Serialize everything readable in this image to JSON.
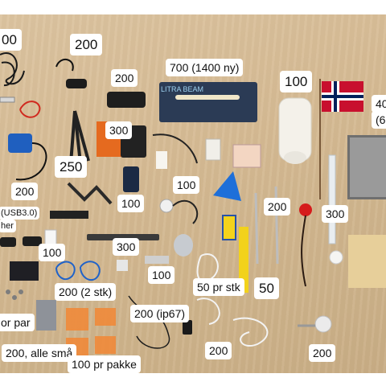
{
  "price_labels": {
    "l_top_left": "00",
    "l_200_a": "200",
    "l_200_b": "200",
    "l_700": "700 (1400 ny)",
    "l_100_a": "100",
    "l_40": "40",
    "l_6": "(6",
    "l_300_a": "300",
    "l_250": "250",
    "l_200_c": "200",
    "l_usb": "(USB3.0)",
    "l_her": "her",
    "l_100_b": "100",
    "l_100_c": "100",
    "l_200_d": "200",
    "l_300_b": "300",
    "l_100_d": "100",
    "l_300_c": "300",
    "l_100_e": "100",
    "l_200_2stk": "200 (2 stk)",
    "l_50prstk": "50 pr stk",
    "l_50": "50",
    "l_or_par": "or par",
    "l_200_ip67": "200 (ip67)",
    "l_200_alle": "200, alle små",
    "l_200_e": "200",
    "l_200_f": "200",
    "l_100_pakke": "100 pr pakke"
  },
  "box_text": "LITRA BEAM",
  "colors": {
    "table": "#d6bb94",
    "flag_red": "#c8102e",
    "flag_blue": "#00205b",
    "funnel_blue": "#1e6fd9",
    "yellow_rod": "#f2d21b"
  }
}
